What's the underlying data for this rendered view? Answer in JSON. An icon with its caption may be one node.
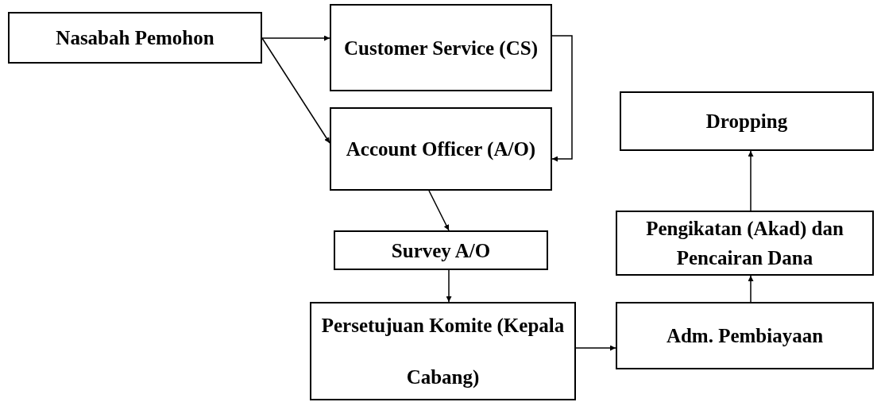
{
  "diagram": {
    "nodes": [
      {
        "text": [
          "Nasabah Pemohon"
        ]
      },
      {
        "text": [
          "Customer Service (CS)"
        ]
      },
      {
        "text": [
          "Account Officer (A/O)"
        ]
      },
      {
        "text": [
          "Survey A/O"
        ]
      },
      {
        "text": [
          "Persetujuan Komite (Kepala Cabang)"
        ]
      },
      {
        "text": [
          "Adm. Pembiayaan"
        ]
      },
      {
        "text": [
          "Pengikatan (Akad) dan Pencairan Dana"
        ]
      },
      {
        "text": [
          "Dropping"
        ]
      }
    ],
    "edges": [
      {
        "from": 0,
        "to": 1,
        "arrow": "to"
      },
      {
        "from": 0,
        "to": 2,
        "arrow": "to"
      },
      {
        "from": 1,
        "to": 2,
        "arrow": "to"
      },
      {
        "from": 2,
        "to": 3,
        "arrow": "to"
      },
      {
        "from": 3,
        "to": 4,
        "arrow": "to"
      },
      {
        "from": 4,
        "to": 5,
        "arrow": "to"
      },
      {
        "from": 5,
        "to": 6,
        "arrow": "to"
      },
      {
        "from": 6,
        "to": 7,
        "arrow": "to"
      }
    ]
  }
}
